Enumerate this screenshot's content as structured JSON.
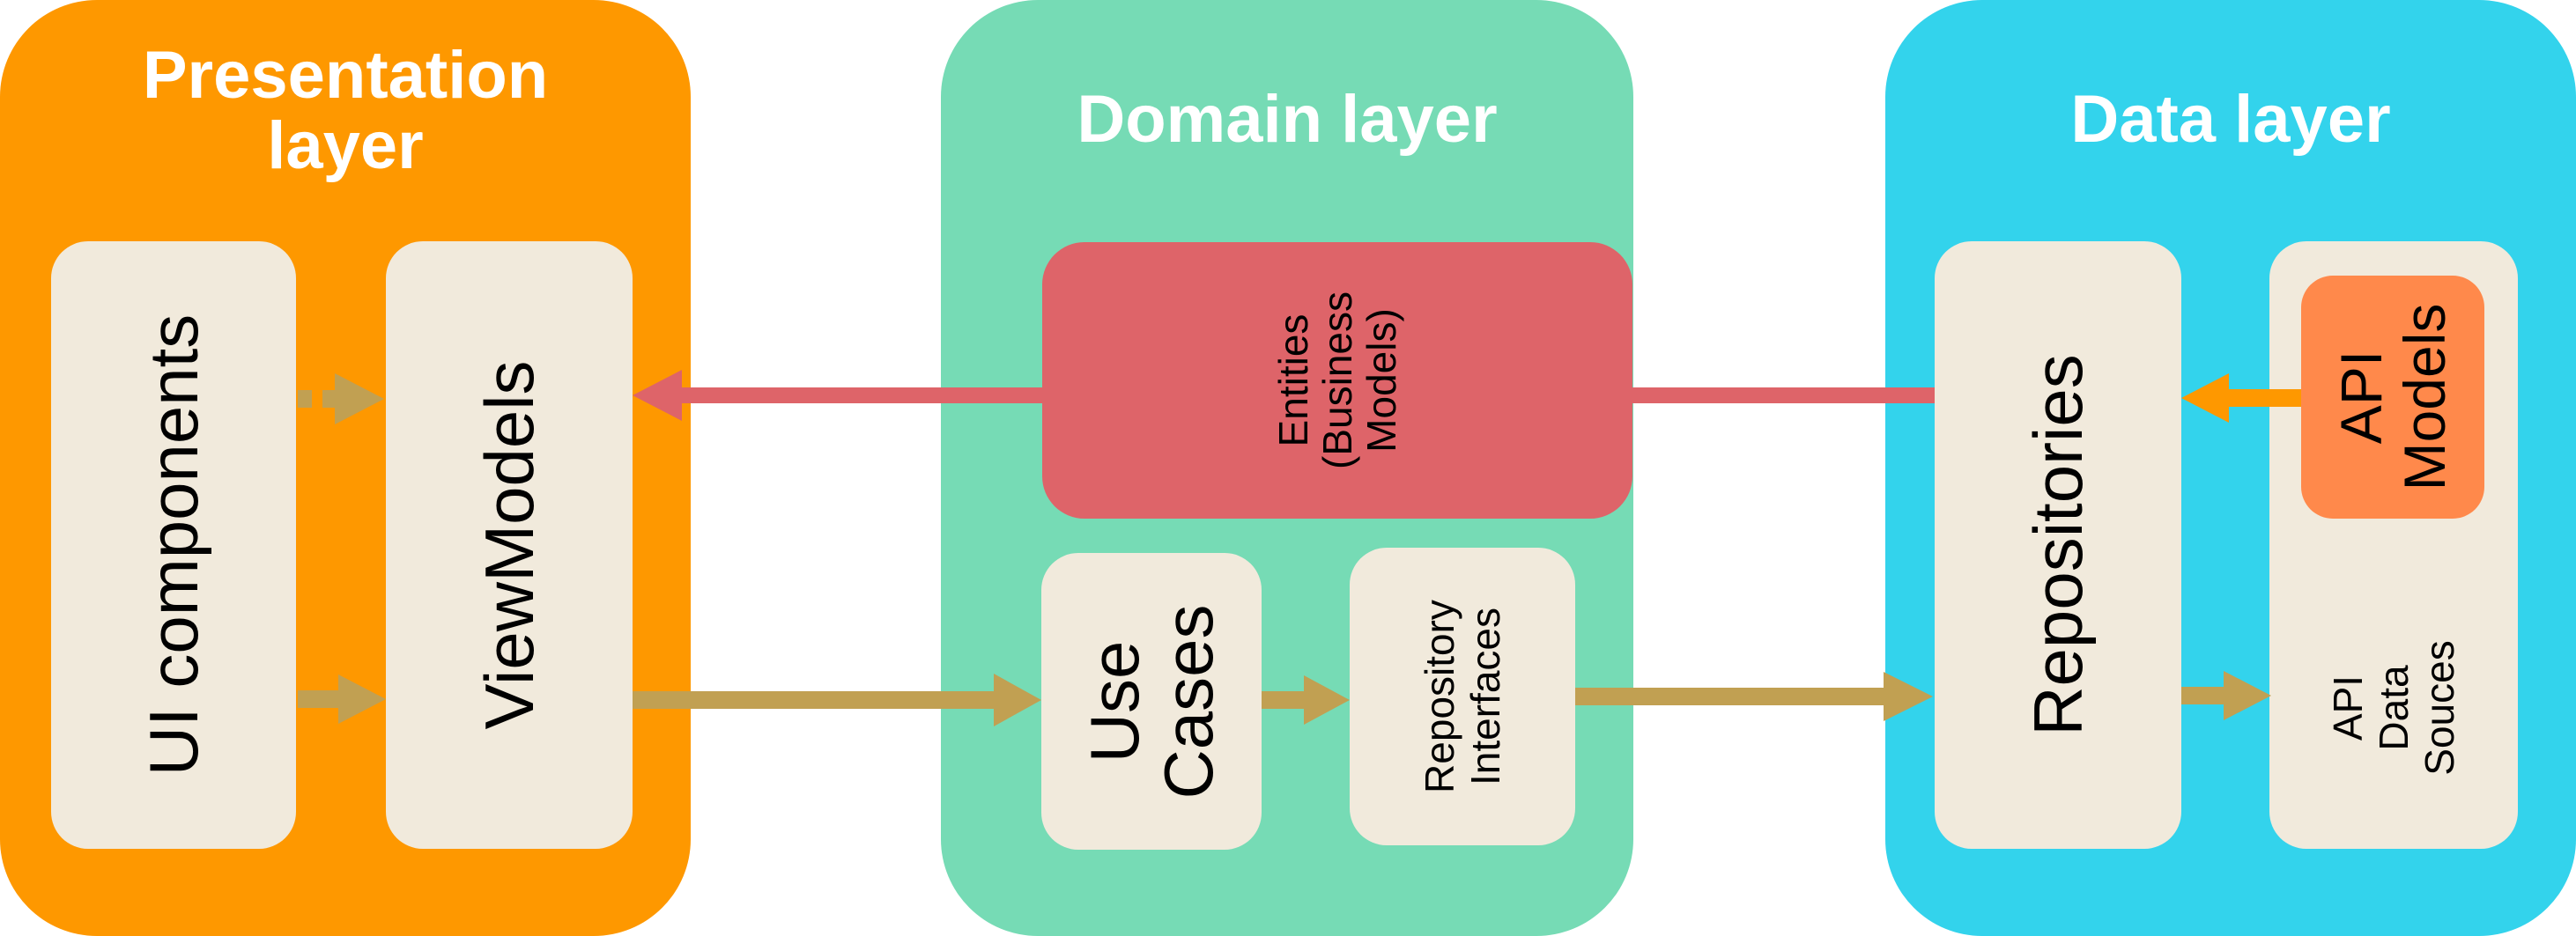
{
  "colors": {
    "presentation": "#fe9800",
    "domain": "#76dbb5",
    "data": "#33d3ec",
    "box": "#f1eadc",
    "entities": "#de6469",
    "api_models": "#ff894b",
    "flow_arrow": "#c1a052",
    "entity_arrow": "#de6469",
    "api_arrow": "#fe9800"
  },
  "layers": {
    "presentation": {
      "title": "Presentation\nlayer",
      "ui_components": "UI components",
      "view_models": "ViewModels"
    },
    "domain": {
      "title": "Domain layer",
      "entities": "Entities\n(Business\nModels)",
      "use_cases": "Use\nCases",
      "repository_interfaces": "Repository\nInterfaces"
    },
    "data": {
      "title": "Data layer",
      "repositories": "Repositories",
      "api_models": "API\nModels",
      "api_data_sources": "API Data\nSouces"
    }
  }
}
